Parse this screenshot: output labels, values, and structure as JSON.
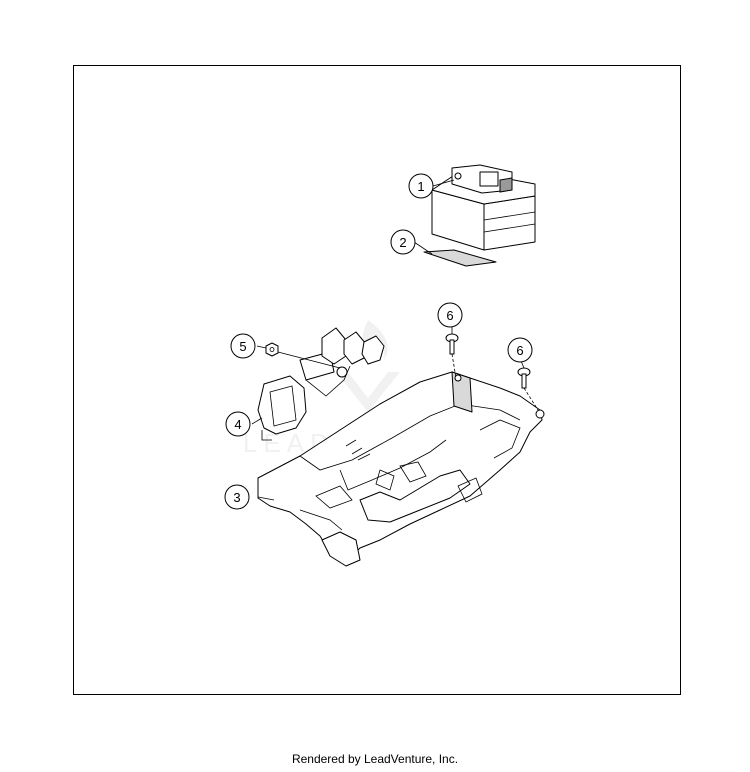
{
  "callouts": [
    {
      "label": "1"
    },
    {
      "label": "2"
    },
    {
      "label": "3"
    },
    {
      "label": "4"
    },
    {
      "label": "5"
    },
    {
      "label": "6"
    },
    {
      "label": "6"
    }
  ],
  "watermark": {
    "text": "LEADVENTURE"
  },
  "footer": {
    "text": "Rendered by LeadVenture, Inc."
  },
  "colors": {
    "line": "#000000",
    "watermark": "#e6e6e6",
    "background": "#ffffff"
  }
}
